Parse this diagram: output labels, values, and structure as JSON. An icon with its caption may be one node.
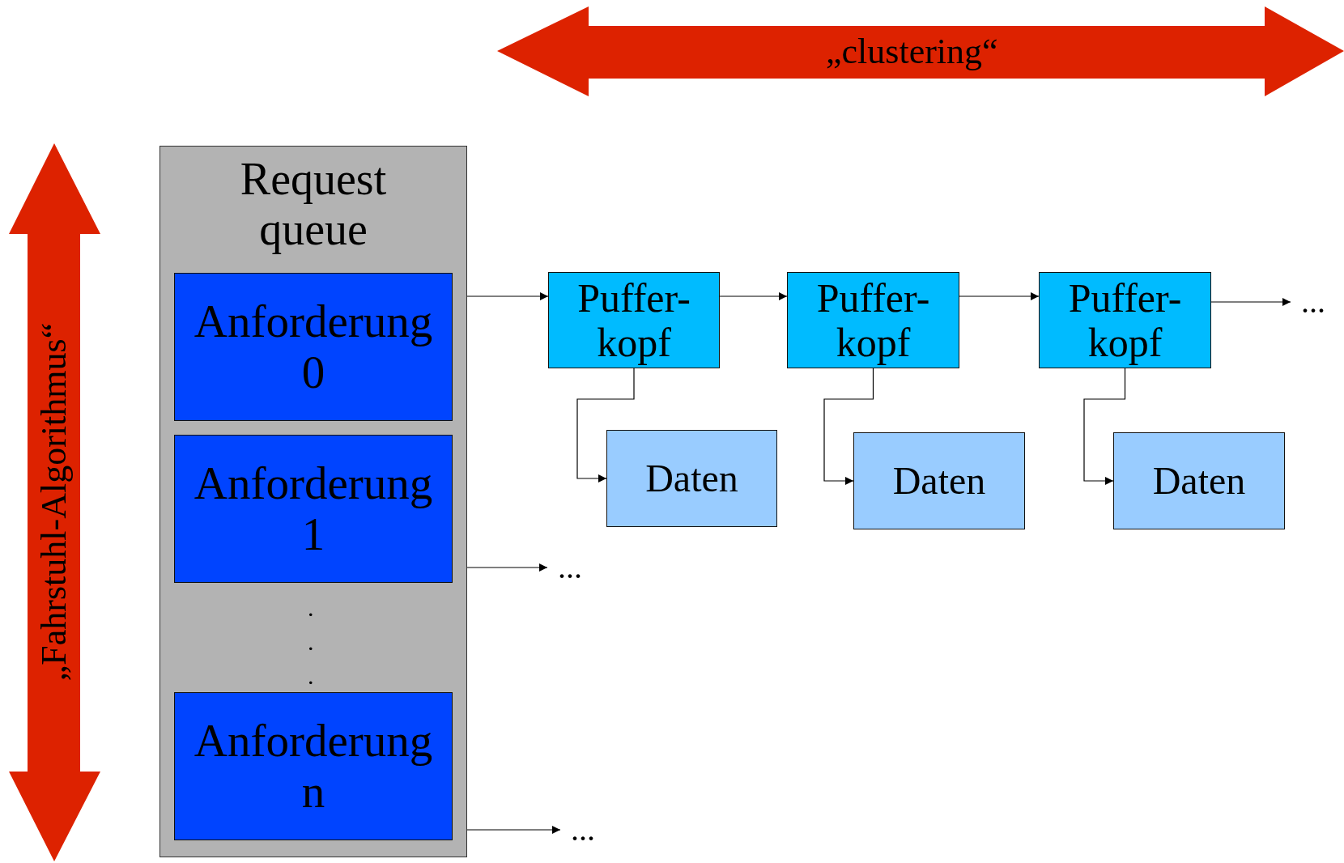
{
  "diagram": {
    "nodes": [
      {
        "text": [
          "Request queue"
        ]
      },
      {
        "text": [
          "Anforderung 0"
        ],
        "in": 0
      },
      {
        "text": [
          "Anforderung 1"
        ],
        "in": 0
      },
      {
        "text": [
          "Anforderung n"
        ],
        "in": 0
      },
      {
        "text": [
          "Puffer-kopf"
        ]
      },
      {
        "text": [
          "Daten"
        ]
      },
      {
        "text": [
          "Puffer-kopf"
        ]
      },
      {
        "text": [
          "Daten"
        ]
      },
      {
        "text": [
          "Puffer-kopf"
        ]
      },
      {
        "text": [
          "Daten"
        ]
      },
      {
        "text": [
          "..."
        ]
      },
      {
        "text": [
          "..."
        ]
      },
      {
        "text": [
          "..."
        ]
      }
    ],
    "edges": [
      {
        "from": 1,
        "to": 4,
        "arrow": "to"
      },
      {
        "from": 4,
        "to": 6,
        "arrow": "to"
      },
      {
        "from": 6,
        "to": 8,
        "arrow": "to"
      },
      {
        "from": 8,
        "to": 10,
        "arrow": "to"
      },
      {
        "from": 4,
        "to": 5,
        "arrow": "to"
      },
      {
        "from": 6,
        "to": 7,
        "arrow": "to"
      },
      {
        "from": 8,
        "to": 9,
        "arrow": "to"
      },
      {
        "from": 2,
        "to": 11,
        "arrow": "to"
      },
      {
        "from": 3,
        "to": 12,
        "arrow": "to"
      }
    ],
    "labels": [
      "„clustering“",
      "„Fahrstuhl-Algorithmus“",
      ".",
      ".",
      "."
    ]
  }
}
